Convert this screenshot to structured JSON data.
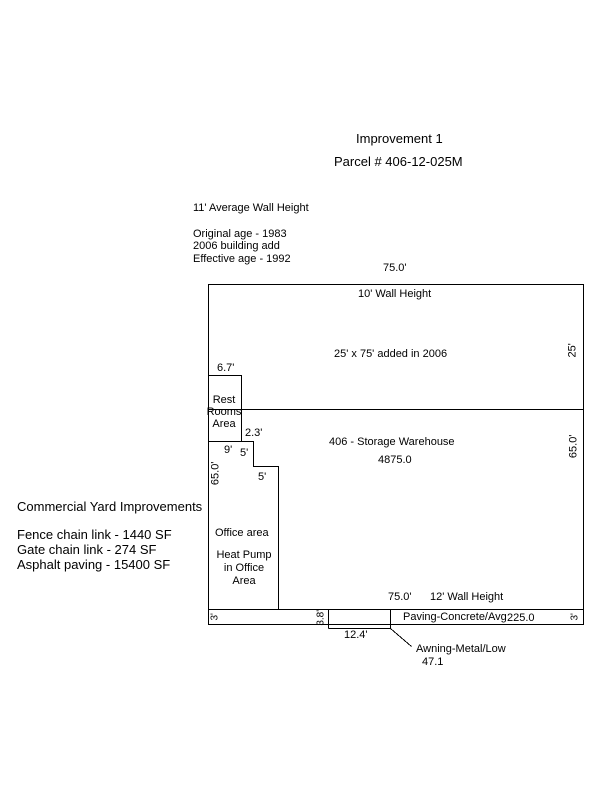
{
  "header": {
    "title": "Improvement 1",
    "parcel": "Parcel # 406-12-025M"
  },
  "notes": {
    "wall_height": "11' Average Wall Height",
    "original_age": "Original age - 1983",
    "building_add": "2006 building add",
    "effective_age": "Effective age - 1992"
  },
  "yard": {
    "title": "Commercial Yard Improvements",
    "items": [
      "Fence chain link - 1440 SF",
      "Gate chain link - 274 SF",
      "Asphalt paving - 15400 SF"
    ]
  },
  "sketch": {
    "top_dim": "75.0'",
    "top_wall": "10' Wall Height",
    "addition_label": "25' x 75' added in 2006",
    "addition_side_dim": "25'",
    "restroom_width": "6.7'",
    "restroom_label": "Rest Rooms Area",
    "warehouse_label": "406 - Storage Warehouse",
    "warehouse_area": "4875.0",
    "warehouse_side_dim": "65.0'",
    "dim_2_3": "2.3'",
    "dim_9": "9'",
    "dim_5a": "5'",
    "dim_5b": "5'",
    "left_dim_65": "65.0'",
    "office_label": "Office area",
    "heatpump_label": "Heat Pump in Office Area",
    "bottom_dim": "75.0'",
    "bottom_wall": "12' Wall Height",
    "strip_left": "3'",
    "strip_mid": "3.8'",
    "strip_right": "3'",
    "paving_label": "Paving-Concrete/Avg",
    "paving_dim": "225.0",
    "awning_width": "12.4'",
    "awning_label": "Awning-Metal/Low",
    "awning_area": "47.1"
  }
}
